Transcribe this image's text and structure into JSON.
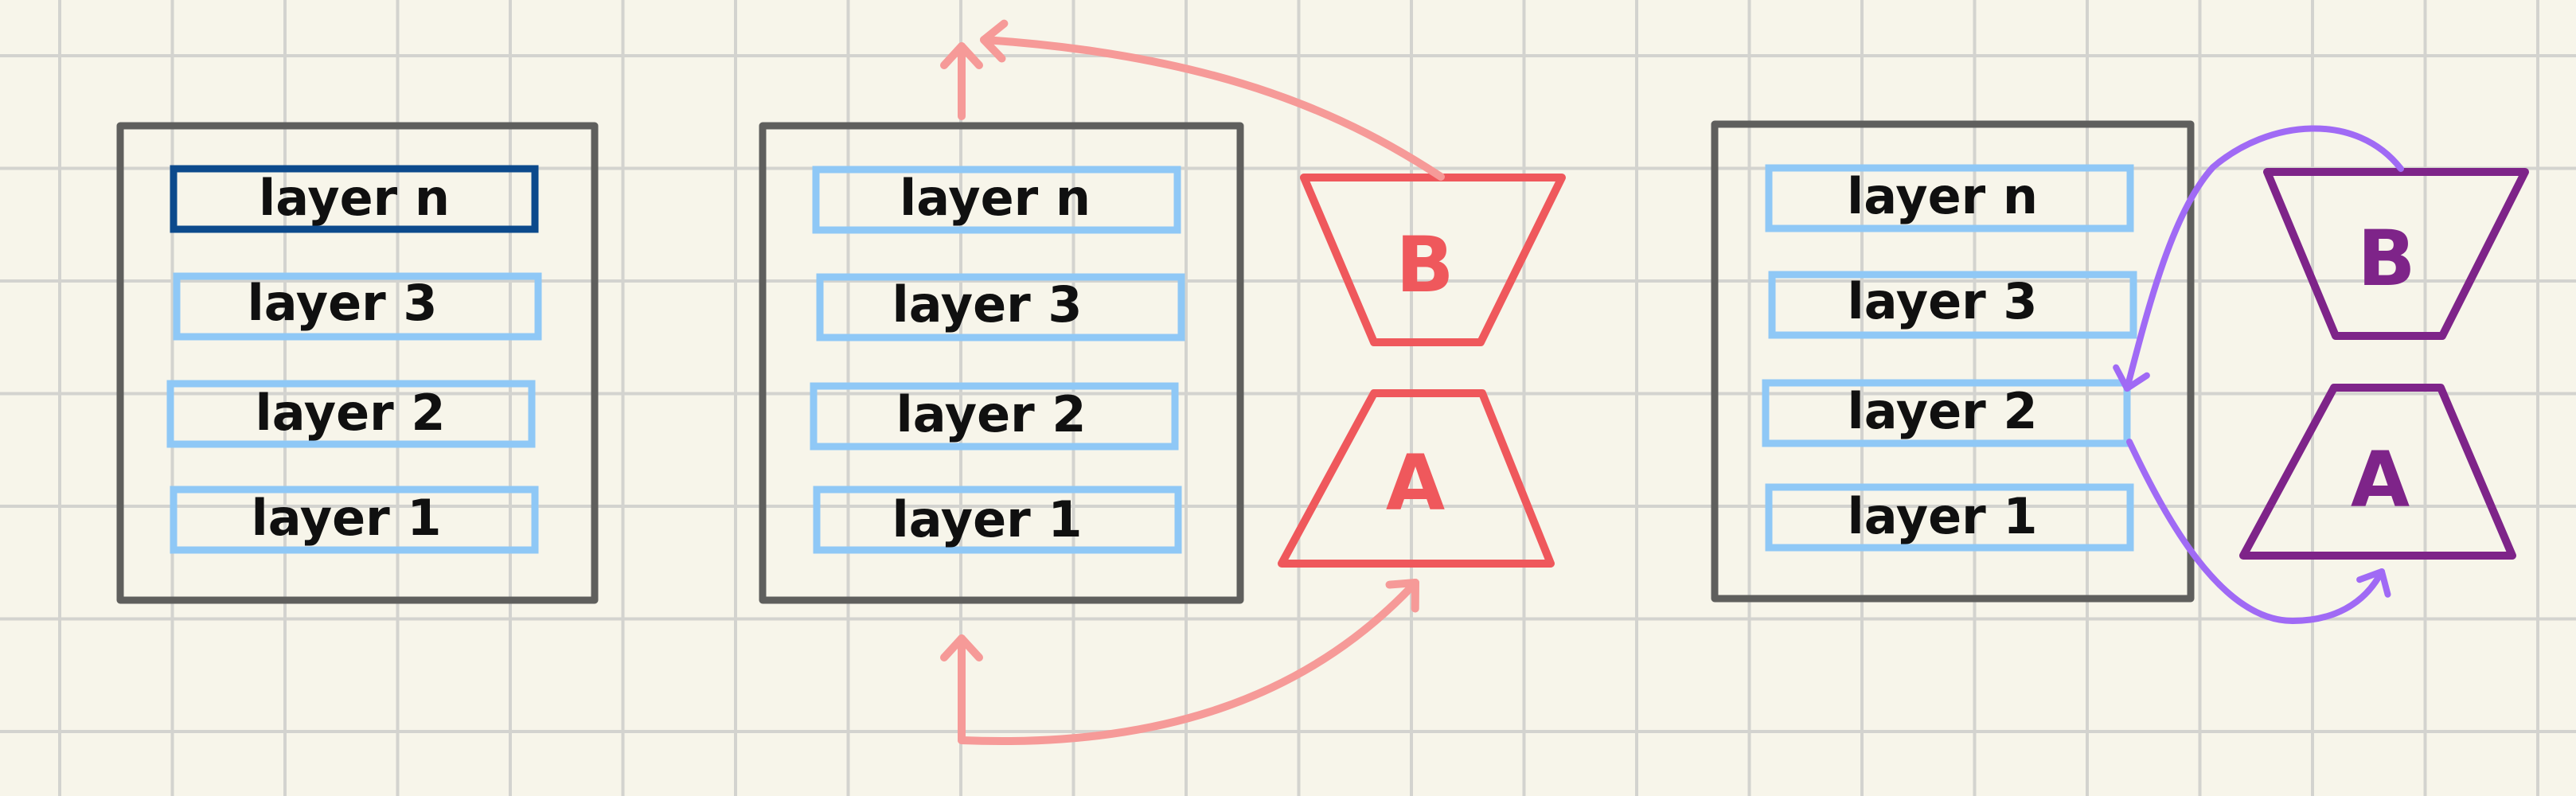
{
  "colors": {
    "background": "#f7f5ea",
    "grid": "#d3d3cf",
    "frame": "#5f5f5d",
    "layer_box": "#8fc8f6",
    "layer_box_active": "#0c4a8c",
    "adapter_red": "#ef585c",
    "arrow_red": "#f69a98",
    "adapter_purple": "#7e2489",
    "arrow_purple": "#a06af5"
  },
  "panels": [
    {
      "layers": [
        {
          "label": "layer n",
          "highlighted": true
        },
        {
          "label": "layer 3",
          "highlighted": false
        },
        {
          "label": "layer 2",
          "highlighted": false
        },
        {
          "label": "layer 1",
          "highlighted": false
        }
      ]
    },
    {
      "layers": [
        {
          "label": "layer n",
          "highlighted": false
        },
        {
          "label": "layer 3",
          "highlighted": false
        },
        {
          "label": "layer 2",
          "highlighted": false
        },
        {
          "label": "layer 1",
          "highlighted": false
        }
      ],
      "adapters": {
        "top": "B",
        "bottom": "A"
      }
    },
    {
      "layers": [
        {
          "label": "layer n",
          "highlighted": false
        },
        {
          "label": "layer 3",
          "highlighted": false
        },
        {
          "label": "layer 2",
          "highlighted": false
        },
        {
          "label": "layer 1",
          "highlighted": false
        }
      ],
      "adapters": {
        "top": "B",
        "bottom": "A"
      }
    }
  ]
}
